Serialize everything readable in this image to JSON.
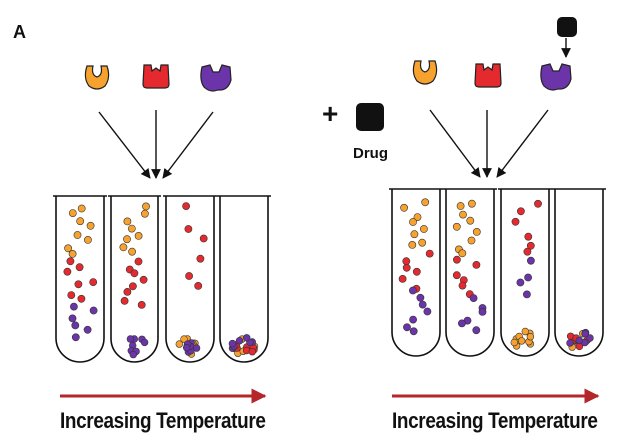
{
  "figure": {
    "panel_label": "A",
    "drug_label": "Drug",
    "plus_sign": "+",
    "axis_label_left": "Increasing Temperature",
    "axis_label_right": "Increasing Temperature"
  },
  "colors": {
    "orange": "#F7A12F",
    "red": "#E52A2F",
    "purple": "#6B34A8",
    "drug": "#111111",
    "arrow": "#B5262A"
  },
  "icons": {
    "proteins": [
      "orange-protein-icon",
      "red-protein-icon",
      "purple-protein-icon"
    ],
    "drug": "drug-square-icon"
  }
}
